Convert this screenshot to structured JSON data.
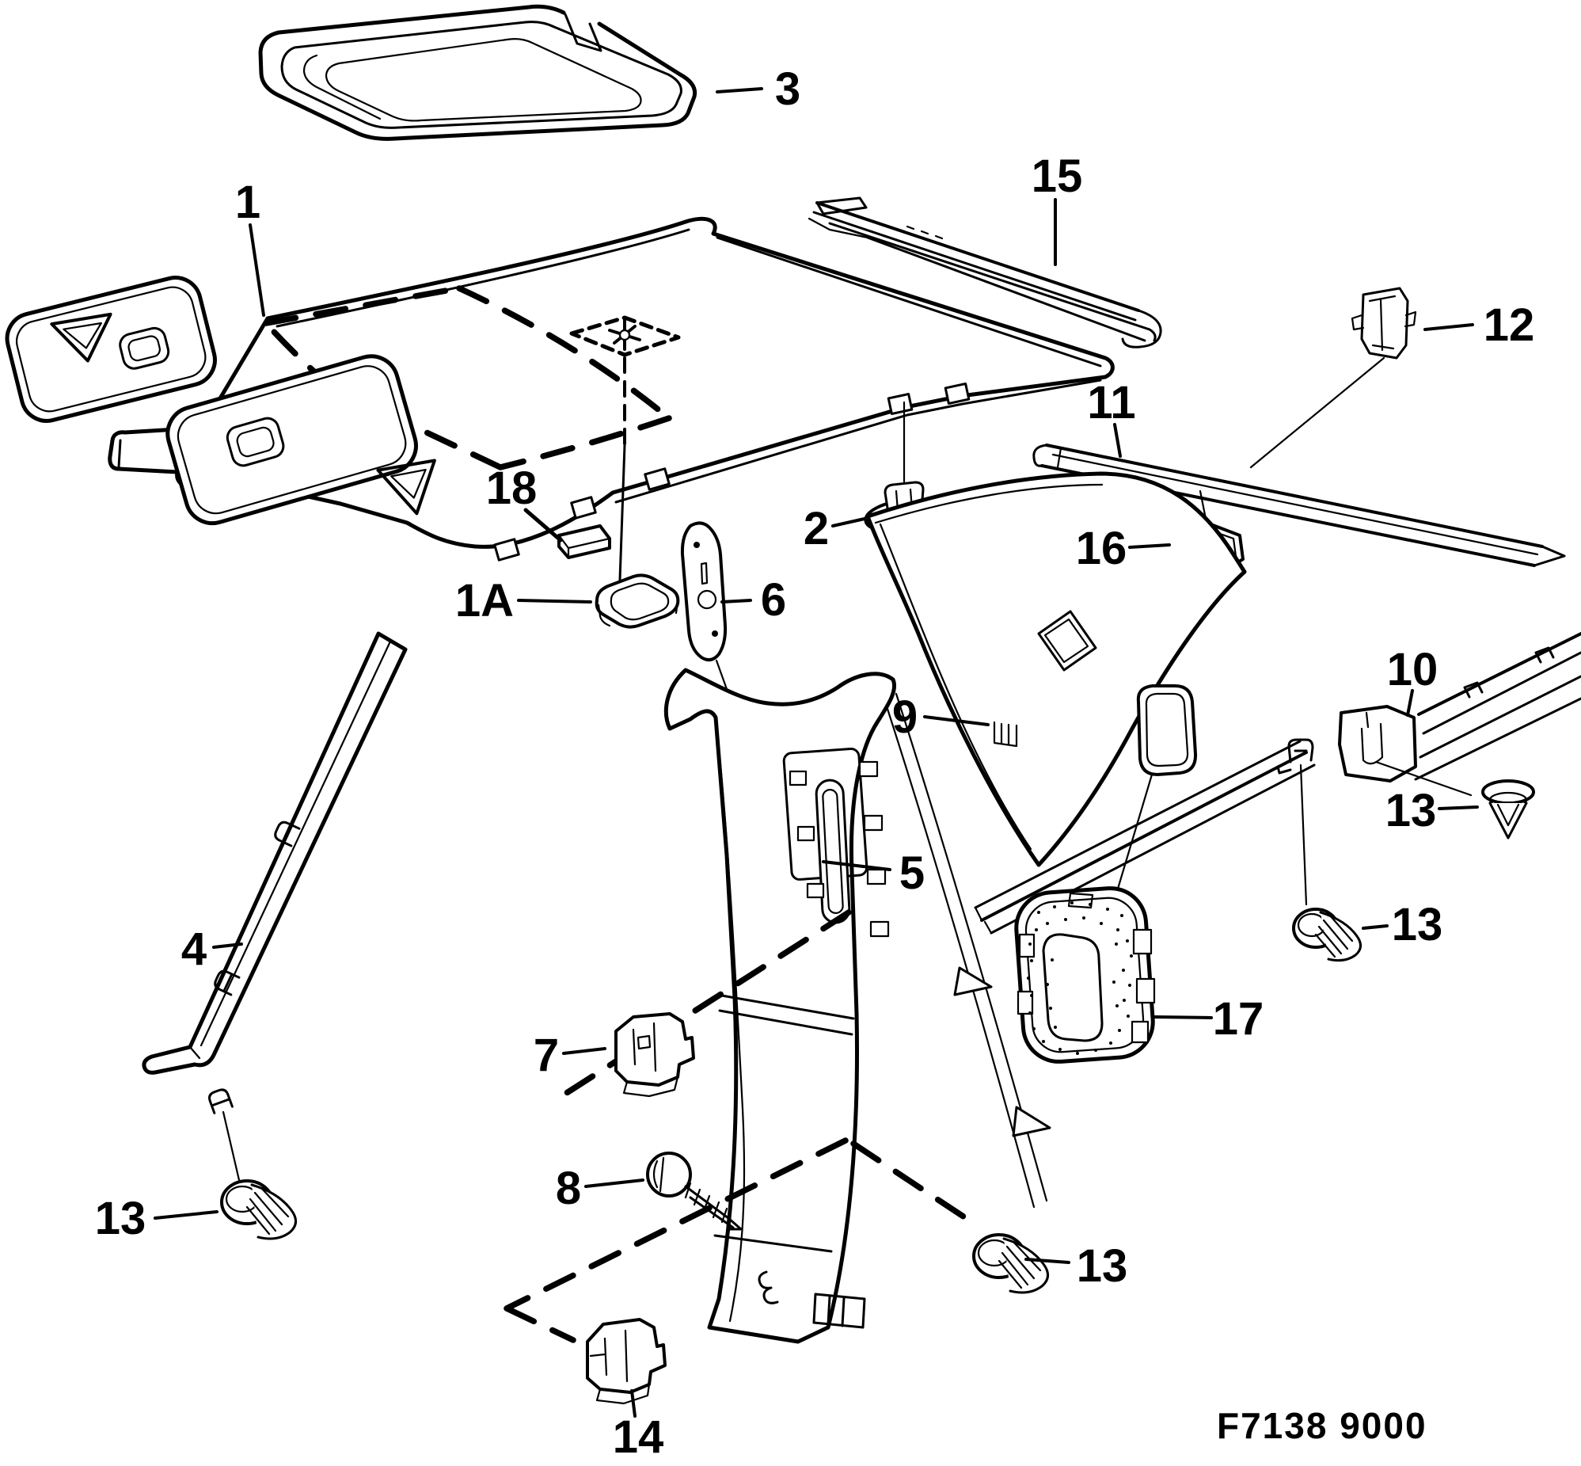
{
  "figure_code": "F7138 9000",
  "colors": {
    "ink": "#000000",
    "paper": "#ffffff"
  },
  "icons": {
    "visor_warning": "warning-triangle-icon",
    "sunroof_fastener_marker": "cross-marker-icon"
  },
  "callouts": {
    "c1": "1",
    "c1a": "1A",
    "c2": "2",
    "c3": "3",
    "c4": "4",
    "c5": "5",
    "c6": "6",
    "c7": "7",
    "c8": "8",
    "c9": "9",
    "c10": "10",
    "c11": "11",
    "c12": "12",
    "c13_left": "13",
    "c13_mid": "13",
    "c13_right_upper": "13",
    "c13_right_lower": "13",
    "c14": "14",
    "c15": "15",
    "c16": "16",
    "c17": "17",
    "c18": "18"
  }
}
